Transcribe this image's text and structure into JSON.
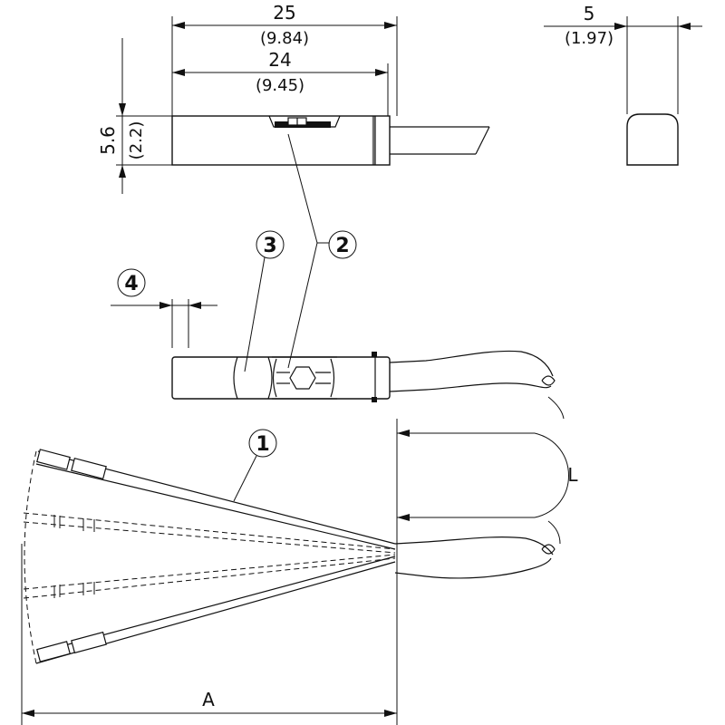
{
  "dimensions": {
    "length_total": {
      "mm": "25",
      "inch": "(9.84)"
    },
    "length_body": {
      "mm": "24",
      "inch": "(9.45)"
    },
    "height": {
      "mm": "5.6",
      "inch": "(2.2)"
    },
    "width": {
      "mm": "5",
      "inch": "(1.97)"
    },
    "cable_length": "L",
    "swing_length": "A"
  },
  "callouts": [
    "1",
    "2",
    "3",
    "4"
  ]
}
